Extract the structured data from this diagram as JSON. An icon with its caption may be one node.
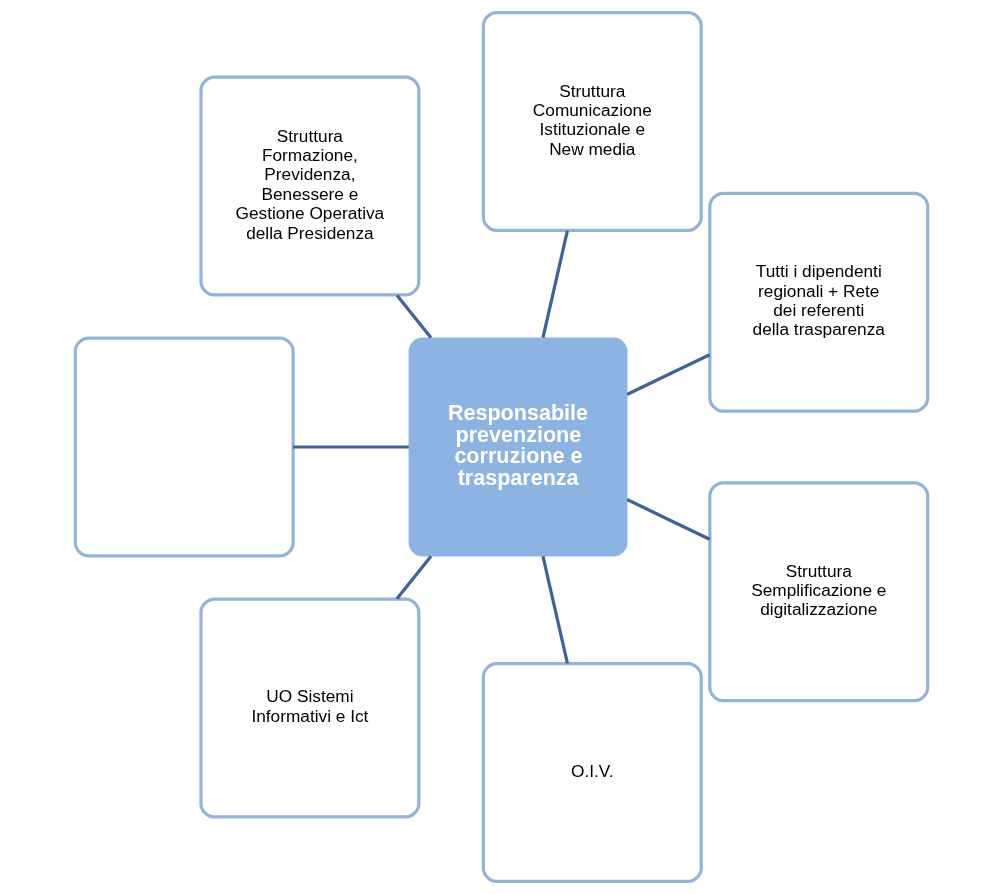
{
  "diagram": {
    "nodes": [
      {
        "text": [
          "Tutti i dipendenti regionali + Rete dei referenti della trasparenza"
        ]
      },
      {
        "text": [
          "Struttura Comunicazione Istituzionale e New media"
        ]
      },
      {
        "text": [
          "Struttura Formazione, Previdenza, Benessere e Gestione Operativa della Presidenza"
        ]
      },
      {
        "text": [
          "Responsabile prevenzione corruzione e trasparenza"
        ]
      },
      {
        "text": [],
        "shape": "box"
      },
      {
        "text": [
          "UO Sistemi Informativi e Ict"
        ]
      },
      {
        "text": [
          "O.I.V."
        ]
      },
      {
        "text": [
          "Struttura Semplificazione e digitalizzazione"
        ]
      }
    ],
    "edges": [
      {
        "from": 3,
        "to": 0,
        "arrow": "none"
      },
      {
        "from": 3,
        "to": 1,
        "arrow": "none"
      },
      {
        "from": 3,
        "to": 2,
        "arrow": "none"
      },
      {
        "from": 3,
        "to": 4,
        "arrow": "none"
      },
      {
        "from": 3,
        "to": 5,
        "arrow": "none"
      },
      {
        "from": 3,
        "to": 6,
        "arrow": "none"
      },
      {
        "from": 3,
        "to": 7,
        "arrow": "none"
      }
    ]
  }
}
